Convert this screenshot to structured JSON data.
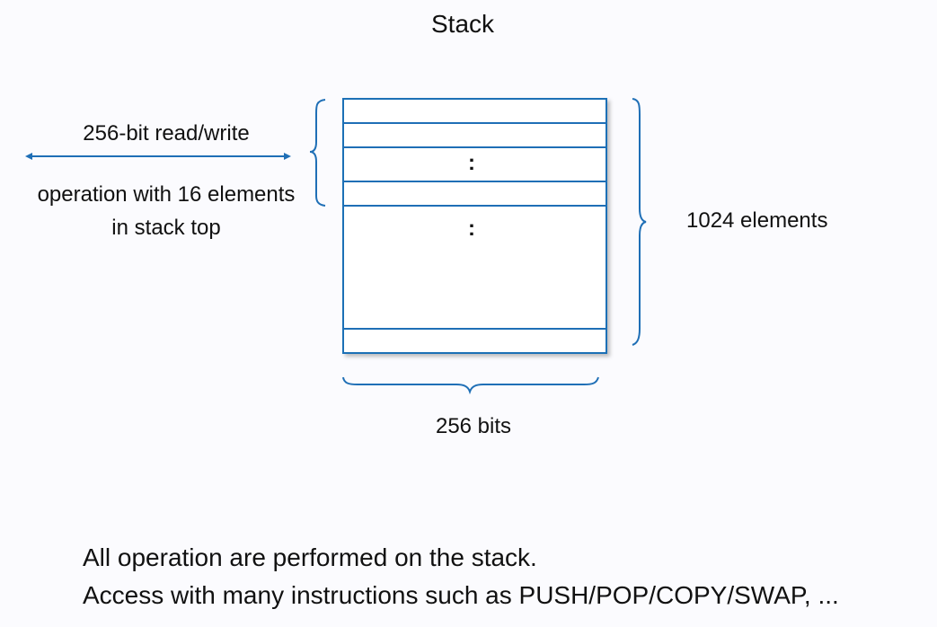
{
  "title": "Stack",
  "left_annotation": {
    "line1": "256-bit read/write",
    "line2": "operation with 16 elements",
    "line3": "in stack top"
  },
  "right_annotation": "1024 elements",
  "bottom_annotation": "256 bits",
  "stack": {
    "slot_separator_glyph": ":"
  },
  "notes": [
    "All operation are performed on the stack.",
    "Access with many instructions such as PUSH/POP/COPY/SWAP, ..."
  ],
  "colors": {
    "stroke": "#1f6fb6",
    "background": "#fbfbfe",
    "text": "#111111"
  }
}
